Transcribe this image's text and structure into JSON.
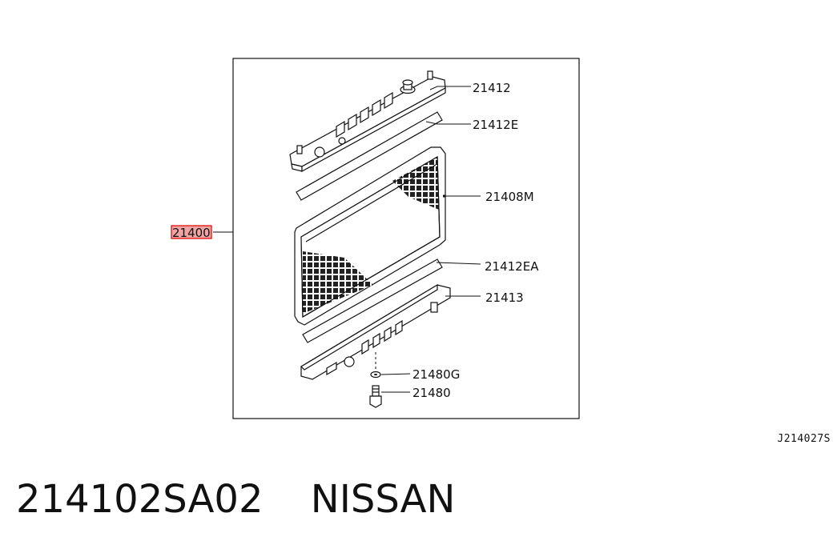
{
  "diagram": {
    "callouts": {
      "c21412": "21412",
      "c21412E": "21412E",
      "c21408M": "21408M",
      "c21400": "21400",
      "c21412EA": "21412EA",
      "c21413": "21413",
      "c21480G": "21480G",
      "c21480": "21480"
    },
    "highlight_color": "#e00000",
    "reference_code": "J214027S"
  },
  "footer": {
    "part_number": "214102SA02",
    "brand": "NISSAN"
  }
}
